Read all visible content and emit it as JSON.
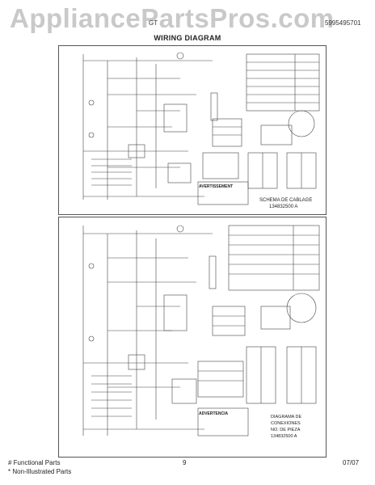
{
  "header": {
    "watermark": "AppliancePartsPros.com",
    "model_left": "GT",
    "model_part": "5995495701",
    "title": "WIRING DIAGRAM"
  },
  "diagrams": [
    {
      "warning_title": "AVERTISSEMENT",
      "schema_line1": "SCHEMA DE CABLAGE",
      "schema_line2": "134832500 A"
    },
    {
      "warning_title": "ADVERTENCIA",
      "schema_line1": "DIAGRAMA DE",
      "schema_line2": "CONEXIONES",
      "schema_line3": "NO. DE PIEZA",
      "schema_line4": "134832500 A"
    }
  ],
  "footer": {
    "functional": "# Functional Parts",
    "non_illustrated": "* Non-Illustrated Parts",
    "page": "9",
    "date": "07/07"
  }
}
